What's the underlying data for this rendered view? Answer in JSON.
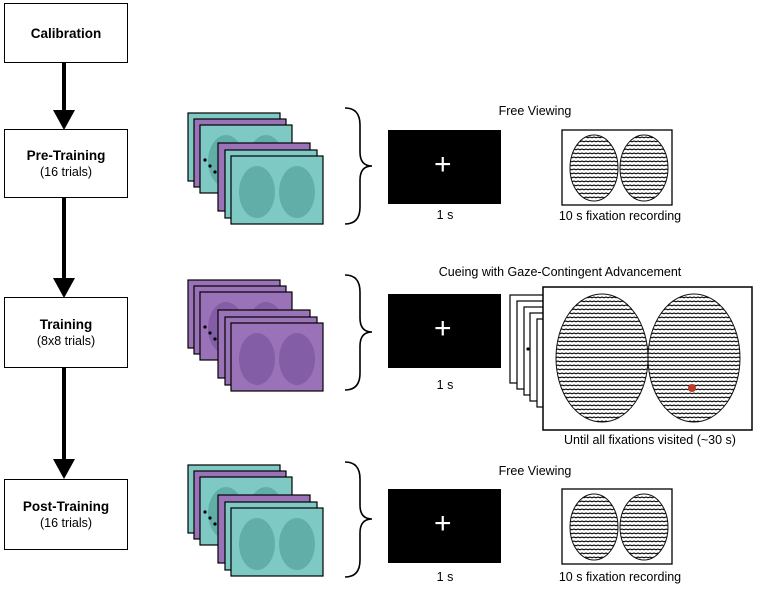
{
  "stages": [
    {
      "title": "Calibration",
      "subtitle": ""
    },
    {
      "title": "Pre-Training",
      "subtitle": "(16 trials)"
    },
    {
      "title": "Training",
      "subtitle": "(8x8 trials)"
    },
    {
      "title": "Post-Training",
      "subtitle": "(16 trials)"
    }
  ],
  "rows": [
    {
      "header": "Free Viewing",
      "cross_caption": "1 s",
      "image_caption": "10 s fixation recording"
    },
    {
      "header": "Cueing with Gaze-Contingent Advancement",
      "cross_caption": "1 s",
      "image_caption": "Until all fixations visited (~30 s)"
    },
    {
      "header": "Free Viewing",
      "cross_caption": "1 s",
      "image_caption": "10 s fixation recording"
    }
  ],
  "cross_glyph": "+",
  "colors": {
    "teal": "#7fc9c4",
    "purple": "#9a72b8",
    "fixation_marker": "#c0392b"
  }
}
